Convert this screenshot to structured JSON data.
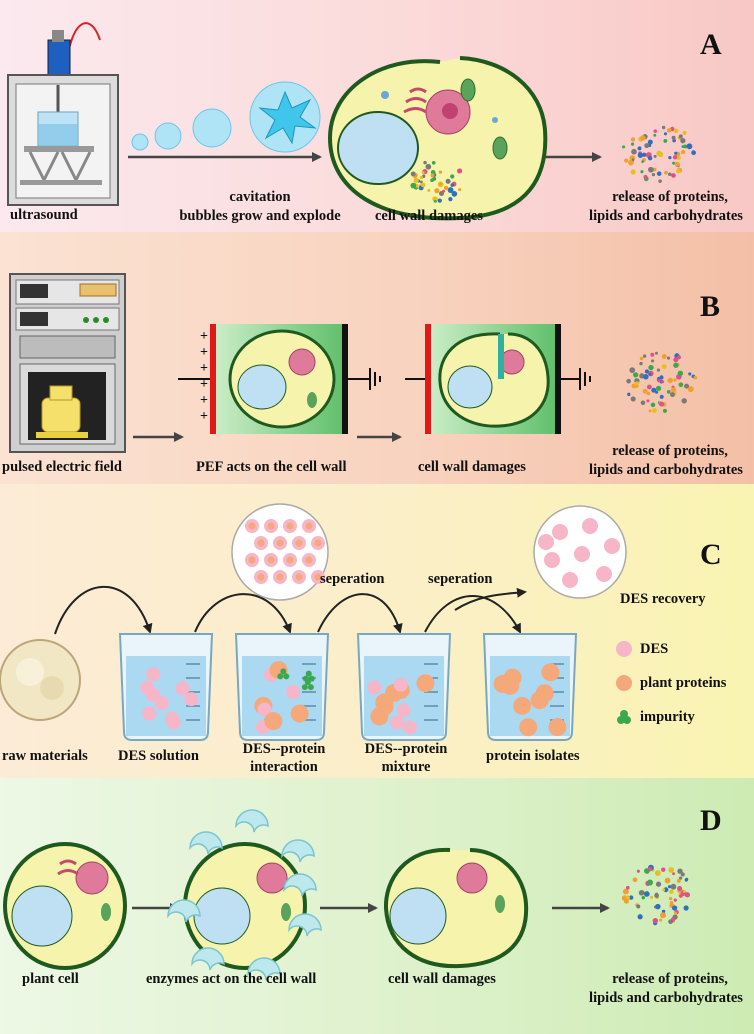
{
  "panel_a": {
    "letter": "A",
    "ultrasound": "ultrasound",
    "cavitation_1": "cavitation",
    "cavitation_2": "bubbles grow and explode",
    "damage": "cell wall damages",
    "release_1": "release of proteins,",
    "release_2": "lipids and carbohydrates"
  },
  "panel_b": {
    "letter": "B",
    "pef": "pulsed electric field",
    "device_label": "Pulsed electric field",
    "acts": "PEF acts on the cell wall",
    "damage": "cell wall damages",
    "release_1": "release of proteins,",
    "release_2": "lipids and carbohydrates"
  },
  "panel_c": {
    "letter": "C",
    "raw": "raw materials",
    "des_solution": "DES solution",
    "interaction_1": "DES--protein",
    "interaction_2": "interaction",
    "mixture_1": "DES--protein",
    "mixture_2": "mixture",
    "isolates": "protein isolates",
    "sep_1": "seperation",
    "sep_2": "seperation",
    "recovery": "DES recovery",
    "legend": [
      {
        "label": "DES",
        "color": "#f7b5c8"
      },
      {
        "label": "plant proteins",
        "color": "#f5a97a"
      },
      {
        "label": "impurity",
        "color": "#3aa84f"
      }
    ]
  },
  "panel_d": {
    "letter": "D",
    "plant_cell": "plant cell",
    "enzymes": "enzymes act on the cell wall",
    "damage": "cell wall damages",
    "release_1": "release of proteins,",
    "release_2": "lipids and carbohydrates"
  },
  "colors": {
    "cell_wall": "#1e5a1e",
    "cytoplasm": "#f6f3ad",
    "vacuole": "#bfe0f3",
    "nucleus": "#e07a9a",
    "electrode_pos": "#e01818",
    "electrode_neg": "#111111",
    "water": "#9fd3ee"
  }
}
